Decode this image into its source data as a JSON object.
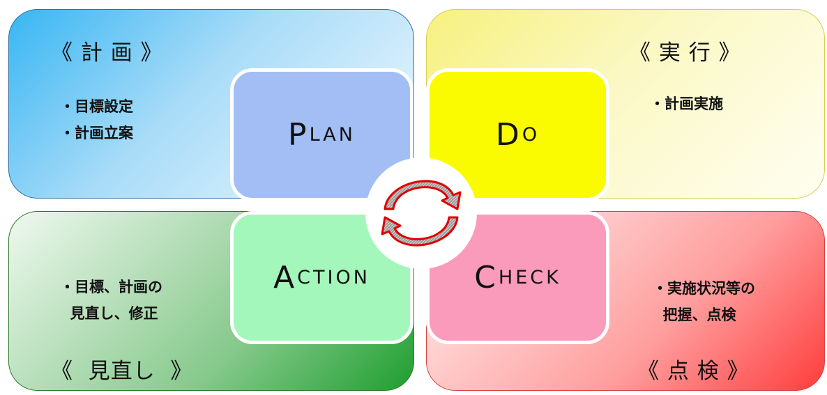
{
  "quadrants": {
    "plan": {
      "title": "《 計 画 》",
      "bullets": [
        "・目標設定",
        "・計画立案"
      ],
      "color": "#38b6f2"
    },
    "do": {
      "title": "《 実 行 》",
      "bullets": [
        "・計画実施"
      ],
      "color": "#f6f17e"
    },
    "action": {
      "title": "《  見直し  》",
      "bullets": [
        "・目標、計画の",
        "  見直し、修正"
      ],
      "color": "#1f9e2f"
    },
    "check": {
      "title": "《 点 検 》",
      "bullets": [
        "・実施状況等の",
        "  把握、点検"
      ],
      "color": "#ff3c3c"
    }
  },
  "tiles": {
    "plan": {
      "initial": "P",
      "rest": "LAN",
      "color": "#a2bef5"
    },
    "do": {
      "initial": "D",
      "rest": "O",
      "color": "#fbfb00"
    },
    "action": {
      "initial": "A",
      "rest": "CTION",
      "color": "#a4f7bb"
    },
    "check": {
      "initial": "C",
      "rest": "HECK",
      "color": "#fb9bbc"
    }
  },
  "cycle": {
    "icon": "cycle-arrows-icon",
    "arrow_color": "#e00000"
  }
}
